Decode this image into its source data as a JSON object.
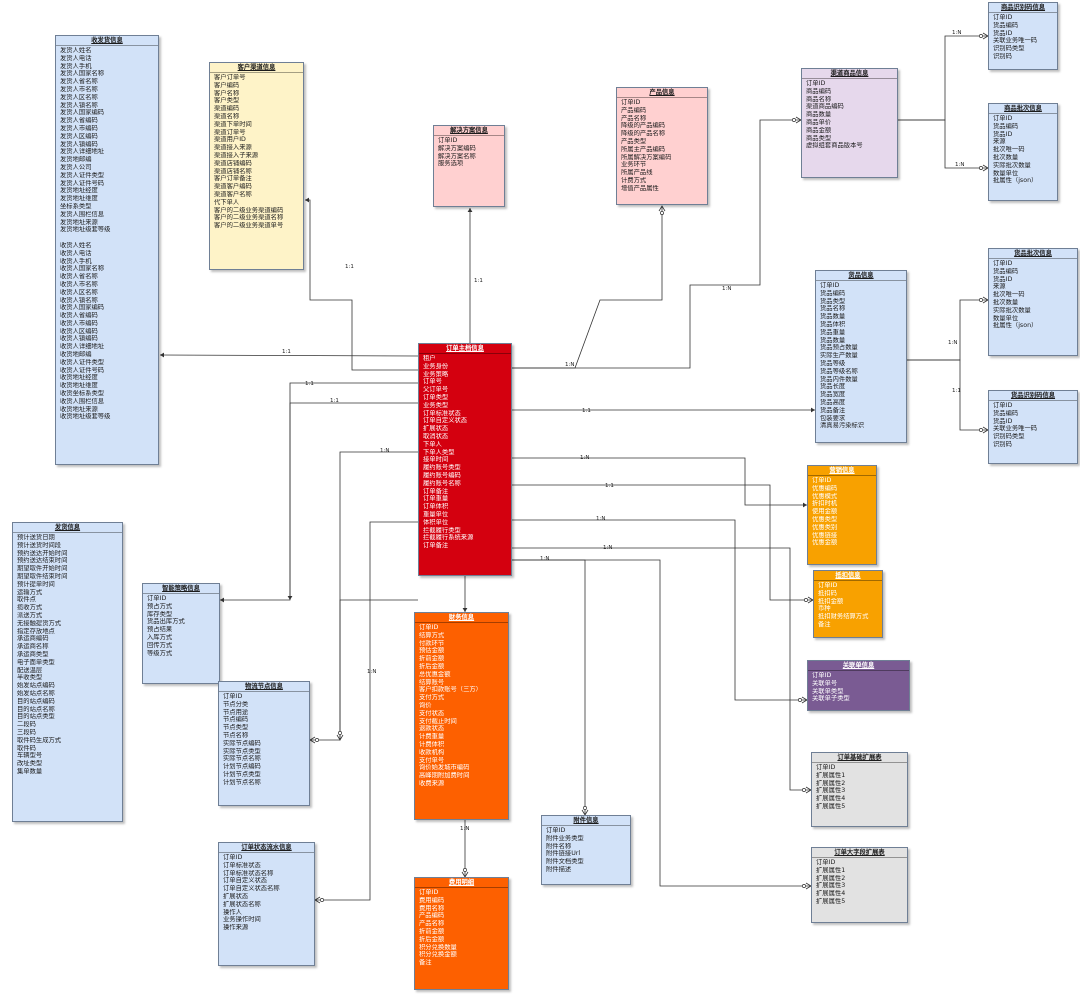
{
  "colors": {
    "blue": "#d2e2f8",
    "yellow": "#fef3c8",
    "pink": "#ffd0d0",
    "lilac": "#e6d8ec",
    "red": "#d4000f",
    "orange_light": "#f8a100",
    "orange_dark": "#fd6000",
    "purple": "#7a5b93",
    "gray": "#e2e2e2"
  },
  "entities": [
    {
      "id": "sender",
      "title": "收发货信息",
      "color": "blue",
      "fields": [
        "发货人姓名",
        "发货人电话",
        "发货人手机",
        "发货人国家名称",
        "发货人省名称",
        "发货人市名称",
        "发货人区名称",
        "发货人镇名称",
        "发货人国家编码",
        "发货人省编码",
        "发货人市编码",
        "发货人区编码",
        "发货人镇编码",
        "发货人详细地址",
        "发货地邮编",
        "发货人公司",
        "发货人证件类型",
        "发货人证件号码",
        "发货地址经度",
        "发货地址维度",
        "坐标系类型",
        "发货人围栏信息",
        "发货地址来源",
        "发货地址级套等级",
        "",
        "收货人姓名",
        "收货人电话",
        "收货人手机",
        "收货人国家名称",
        "收货人省名称",
        "收货人市名称",
        "收货人区名称",
        "收货人镇名称",
        "收货人国家编码",
        "收货人省编码",
        "收货人市编码",
        "收货人区编码",
        "收货人镇编码",
        "收货人详细地址",
        "收货地邮编",
        "收货人证件类型",
        "收货人证件号码",
        "收货地址经度",
        "收货地址维度",
        "收货坐标系类型",
        "收货人围栏信息",
        "收货地址来源",
        "收货地址级套等级"
      ]
    },
    {
      "id": "channel",
      "title": "客户渠道信息",
      "color": "yellow",
      "fields": [
        "客户订单号",
        "客户编码",
        "客户名称",
        "客户类型",
        "渠道编码",
        "渠道名称",
        "渠道下单时间",
        "渠道订单号",
        "渠道用户ID",
        "渠道接入来源",
        "渠道接入子来源",
        "渠道店铺编码",
        "渠道店铺名称",
        "客户订单备注",
        "渠道客户编码",
        "渠道客户名称",
        "代下单人",
        "客户的二级业务渠道编码",
        "客户的二级业务渠道名称",
        "客户的二级业务渠道单号"
      ]
    },
    {
      "id": "solution",
      "title": "解决方案信息",
      "color": "pink",
      "fields": [
        "订单ID",
        "解决方案编码",
        "解决方案名称",
        "服务选项"
      ]
    },
    {
      "id": "product",
      "title": "产品信息",
      "color": "pink",
      "fields": [
        "订单ID",
        "产品编码",
        "产品名称",
        "降级的产品编码",
        "降级的产品名称",
        "产品类型",
        "所属主产品编码",
        "所属解决方案编码",
        "业务环节",
        "所属产品线",
        "计费方式",
        "增值产品属性"
      ]
    },
    {
      "id": "channel_goods",
      "title": "渠道商品信息",
      "color": "lilac",
      "fields": [
        "订单ID",
        "商品编码",
        "商品名称",
        "渠道商品编码",
        "商品数量",
        "商品单价",
        "商品金额",
        "商品类型",
        "虚拟组套商品版本号"
      ]
    },
    {
      "id": "goods_idcode_top",
      "title": "商品识别码信息",
      "color": "blue",
      "fields": [
        "订单ID",
        "货品编码",
        "货品ID",
        "关联业务唯一码",
        "识别码类型",
        "识别码"
      ]
    },
    {
      "id": "goods_batch_top",
      "title": "商品批次信息",
      "color": "blue",
      "fields": [
        "订单ID",
        "货品编码",
        "货品ID",
        "来源",
        "批次唯一码",
        "批次数量",
        "实际批次数量",
        "数量单位",
        "批属性（json）"
      ]
    },
    {
      "id": "cargo_batch",
      "title": "货品批次信息",
      "color": "blue",
      "fields": [
        "订单ID",
        "货品编码",
        "货品ID",
        "来源",
        "批次唯一码",
        "批次数量",
        "实际批次数量",
        "数量单位",
        "批属性（json）"
      ]
    },
    {
      "id": "cargo",
      "title": "货品信息",
      "color": "blue",
      "fields": [
        "订单ID",
        "货品编码",
        "货品类型",
        "货品名称",
        "货品数量",
        "货品体积",
        "货品重量",
        "货品数量",
        "货品预占数量",
        "实际生产数量",
        "货品等级",
        "货品等级名称",
        "货品内件数量",
        "货品长度",
        "货品宽度",
        "货品高度",
        "货品备注",
        "包装要求",
        "清真易污染标识"
      ]
    },
    {
      "id": "cargo_idcode",
      "title": "货品识别码信息",
      "color": "blue",
      "fields": [
        "订单ID",
        "货品编码",
        "货品ID",
        "关联业务唯一码",
        "识别码类型",
        "识别码"
      ]
    },
    {
      "id": "order_main",
      "title": "订单主档信息",
      "color": "red",
      "fields": [
        "租户",
        "业务身份",
        "业务策略",
        "订单号",
        "父订单号",
        "订单类型",
        "业务类型",
        "订单标准状态",
        "订单自定义状态",
        "扩展状态",
        "取消状态",
        "下单人",
        "下单人类型",
        "接单时间",
        "履约账号类型",
        "履约账号编码",
        "履约账号名称",
        "订单备注",
        "订单重量",
        "订单体积",
        "重量单位",
        "体积单位",
        "拦截履行类型",
        "拦截履行系统来源",
        "订单备注"
      ]
    },
    {
      "id": "marketing",
      "title": "营销信息",
      "color": "orange_light",
      "fields": [
        "订单ID",
        "优惠编码",
        "优惠模式",
        "折扣时机",
        "使用金额",
        "优惠类型",
        "优惠类别",
        "优惠链接",
        "优惠金额"
      ]
    },
    {
      "id": "discount",
      "title": "抵扣信息",
      "color": "orange_light",
      "fields": [
        "订单ID",
        "抵扣码",
        "抵扣金额",
        "币种",
        "抵扣财务结算方式",
        "备注"
      ]
    },
    {
      "id": "related",
      "title": "关联单信息",
      "color": "purple",
      "fields": [
        "订单ID",
        "关联单号",
        "关联单类型",
        "关联单子类型"
      ]
    },
    {
      "id": "base_ext",
      "title": "订单基础扩展表",
      "color": "gray",
      "fields": [
        "订单ID",
        "扩展属性1",
        "扩展属性2",
        "扩展属性3",
        "扩展属性4",
        "扩展属性5"
      ]
    },
    {
      "id": "big_ext",
      "title": "订单大字段扩展表",
      "color": "gray",
      "fields": [
        "订单ID",
        "扩展属性1",
        "扩展属性2",
        "扩展属性3",
        "扩展属性4",
        "扩展属性5"
      ]
    },
    {
      "id": "shipping",
      "title": "发货信息",
      "color": "blue",
      "fields": [
        "预计送货日期",
        "预计送货时间段",
        "预约送达开始时间",
        "预约送达结束时间",
        "期望取件开始时间",
        "期望取件结束时间",
        "预计提单时间",
        "运输方式",
        "取件点",
        "揽收方式",
        "派送方式",
        "无接触提货方式",
        "指定存放地点",
        "承运商编码",
        "承运商名称",
        "承运商类型",
        "电子面单类型",
        "配送温层",
        "半收类型",
        "始发站点编码",
        "始发站点名称",
        "目的站点编码",
        "目的站点名称",
        "目的站点类型",
        "二段码",
        "三段码",
        "取件码生成方式",
        "取件码",
        "车辆型号",
        "改址类型",
        "集单数量"
      ]
    },
    {
      "id": "smart_policy",
      "title": "智能策略信息",
      "color": "blue",
      "fields": [
        "订单ID",
        "预占方式",
        "库存类型",
        "货品出库方式",
        "预占结果",
        "入库方式",
        "回传方式",
        "等级方式"
      ]
    },
    {
      "id": "logistics_node",
      "title": "物流节点信息",
      "color": "blue",
      "fields": [
        "订单ID",
        "节点分类",
        "节点用途",
        "节点编码",
        "节点类型",
        "节点名称",
        "实际节点编码",
        "实际节点类型",
        "实际节点名称",
        "计划节点编码",
        "计划节点类型",
        "计划节点名称"
      ]
    },
    {
      "id": "finance",
      "title": "财务信息",
      "color": "orange_dark",
      "fields": [
        "订单ID",
        "结算方式",
        "付款环节",
        "预估金额",
        "折前金额",
        "折后金额",
        "总优惠金额",
        "结算账号",
        "客户扣款账号（三方）",
        "支付方式",
        "询价",
        "支付状态",
        "支付截止时间",
        "退款状态",
        "计费重量",
        "计费体积",
        "收款机构",
        "支付单号",
        "询价始发城市编码",
        "高峰期附加费时间",
        "收费来源"
      ]
    },
    {
      "id": "attachment",
      "title": "附件信息",
      "color": "blue",
      "fields": [
        "订单ID",
        "附件业务类型",
        "附件名称",
        "附件链接Url",
        "附件文档类型",
        "附件描述"
      ]
    },
    {
      "id": "status_flow",
      "title": "订单状态流水信息",
      "color": "blue",
      "fields": [
        "订单ID",
        "订单标准状态",
        "订单标准状态名称",
        "订单自定义状态",
        "订单自定义状态名称",
        "扩展状态",
        "扩展状态名称",
        "操作人",
        "业务操作时间",
        "操作来源"
      ]
    },
    {
      "id": "fee_detail",
      "title": "费用明细",
      "color": "orange_dark",
      "fields": [
        "订单ID",
        "费用编码",
        "费用名称",
        "产品编码",
        "产品名称",
        "折前金额",
        "折后金额",
        "积分兑换数量",
        "积分兑换金额",
        "备注"
      ]
    }
  ],
  "relations": [
    "1:1",
    "1:1",
    "1:1",
    "1:N",
    "1:N",
    "1:N",
    "1:N",
    "1:N",
    "1:1",
    "1:1",
    "1:N",
    "1:N",
    "1:1",
    "1:1",
    "1:N",
    "1:1",
    "1:N",
    "1:N",
    "1:N",
    "1:N",
    "1:N",
    "1:1",
    "1:N"
  ]
}
